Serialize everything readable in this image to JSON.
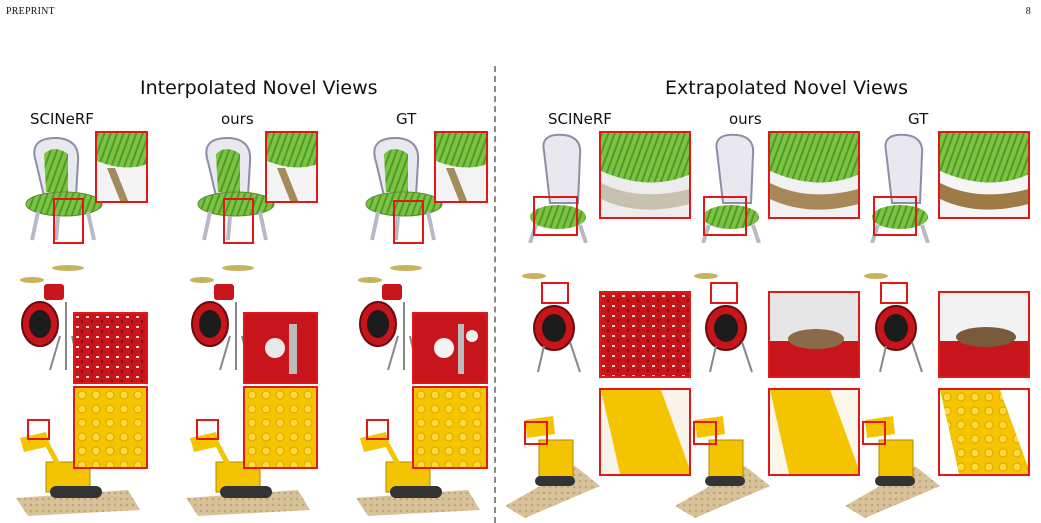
{
  "header": {
    "left": "PREPRINT",
    "page_number": "8"
  },
  "panels": {
    "left_title": "Interpolated Novel Views",
    "right_title": "Extrapolated Novel Views"
  },
  "columns": [
    "SCINeRF",
    "ours",
    "GT",
    "SCINeRF",
    "ours",
    "GT"
  ],
  "rows": [
    "chair",
    "drums",
    "lego"
  ],
  "colors": {
    "highlight_box": "#e01818",
    "chair_green": "#7cc342",
    "drum_red": "#c8141b",
    "lego_yellow": "#f5c400",
    "divider": "#8a8a8a"
  }
}
